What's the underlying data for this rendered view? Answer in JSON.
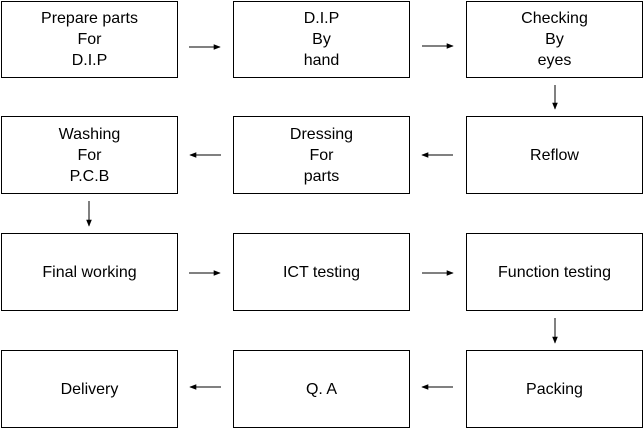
{
  "diagram": {
    "steps": [
      {
        "lines": [
          "Prepare parts",
          "For",
          "D.I.P"
        ]
      },
      {
        "lines": [
          "D.I.P",
          "By",
          "hand"
        ]
      },
      {
        "lines": [
          "Checking",
          "By",
          "eyes"
        ]
      },
      {
        "lines": [
          "Reflow"
        ]
      },
      {
        "lines": [
          "Dressing",
          "For",
          "parts"
        ]
      },
      {
        "lines": [
          "Washing",
          "For",
          "P.C.B"
        ]
      },
      {
        "lines": [
          "Final working"
        ]
      },
      {
        "lines": [
          "ICT testing"
        ]
      },
      {
        "lines": [
          "Function testing"
        ]
      },
      {
        "lines": [
          "Packing"
        ]
      },
      {
        "lines": [
          "Q. A"
        ]
      },
      {
        "lines": [
          "Delivery"
        ]
      }
    ]
  }
}
